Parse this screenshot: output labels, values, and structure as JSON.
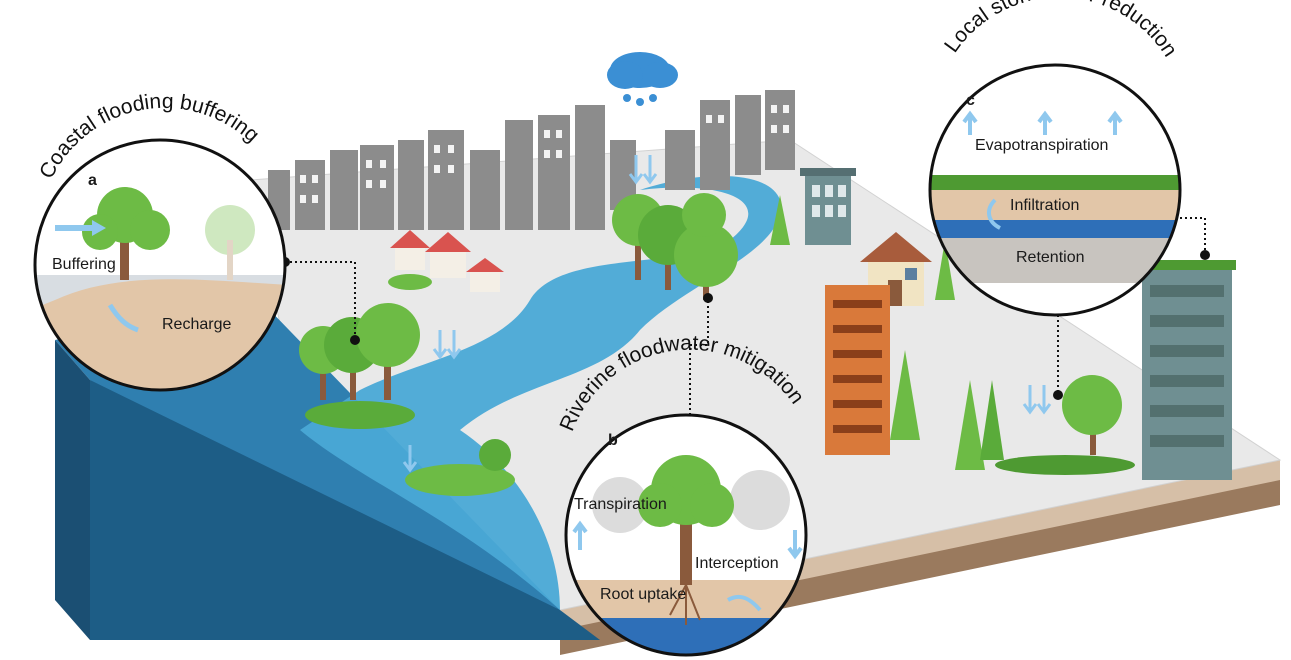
{
  "panels": {
    "a": {
      "letter": "a",
      "title": "Coastal flooding buffering",
      "labels": {
        "buffering": "Buffering",
        "recharge": "Recharge"
      }
    },
    "b": {
      "letter": "b",
      "title": "Riverine floodwater mitigation",
      "labels": {
        "transpiration": "Transpiration",
        "interception": "Interception",
        "root_uptake": "Root uptake"
      }
    },
    "c": {
      "letter": "c",
      "title": "Local stormwater reduction",
      "labels": {
        "evapotranspiration": "Evapotranspiration",
        "infiltration": "Infiltration",
        "retention": "Retention"
      }
    }
  },
  "colors": {
    "ground": "#e8e8e8",
    "ground_edge": "#bfbfbf",
    "soil_side": "#9a7a5e",
    "ocean_top": "#2f7fb0",
    "ocean_side": "#1d5d86",
    "river": "#4aa9d6",
    "tree": "#6dbb45",
    "tree_dark": "#4e9a32",
    "trunk": "#8a5a3c",
    "city": "#8c8c8c",
    "soil": "#e2c6a8",
    "water_layer": "#2e6fb8",
    "orange_building": "#d9793a",
    "teal_building": "#6f8f92",
    "cloud": "#3b8fd4",
    "arrow": "#8fc8ee"
  },
  "icons": [
    "rain-cloud-icon",
    "down-arrow-icon",
    "up-arrow-icon",
    "curved-arrow-icon",
    "tree-icon",
    "house-icon",
    "building-icon"
  ]
}
